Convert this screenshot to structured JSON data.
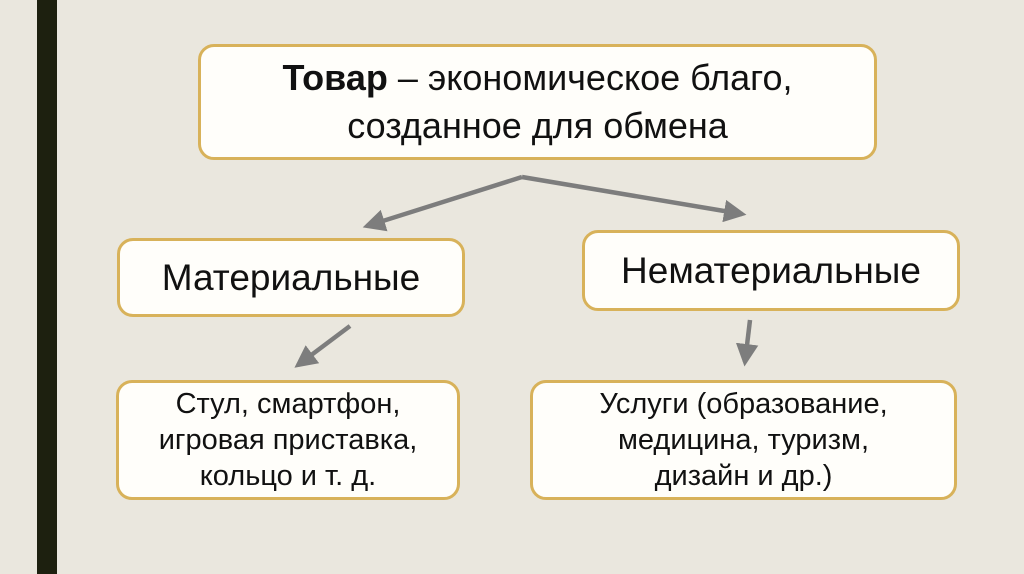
{
  "colors": {
    "background": "#eae7de",
    "accent_bar": "#1d200f",
    "box_border": "#d8b25a",
    "box_fill": "#fffefa",
    "arrow": "#7d7d7d",
    "text": "#111111"
  },
  "diagram": {
    "root": {
      "term": "Товар",
      "line1_rest": " – экономическое благо,",
      "line2": "созданное для обмена"
    },
    "material": {
      "label": "Материальные"
    },
    "immaterial": {
      "label": "Нематериальные"
    },
    "material_examples": {
      "line1": "Стул, смартфон,",
      "line2": "игровая приставка,",
      "line3": "кольцо и т. д."
    },
    "immaterial_examples": {
      "line1": "Услуги (образование,",
      "line2": "медицина, туризм,",
      "line3": "дизайн и др.)"
    }
  }
}
